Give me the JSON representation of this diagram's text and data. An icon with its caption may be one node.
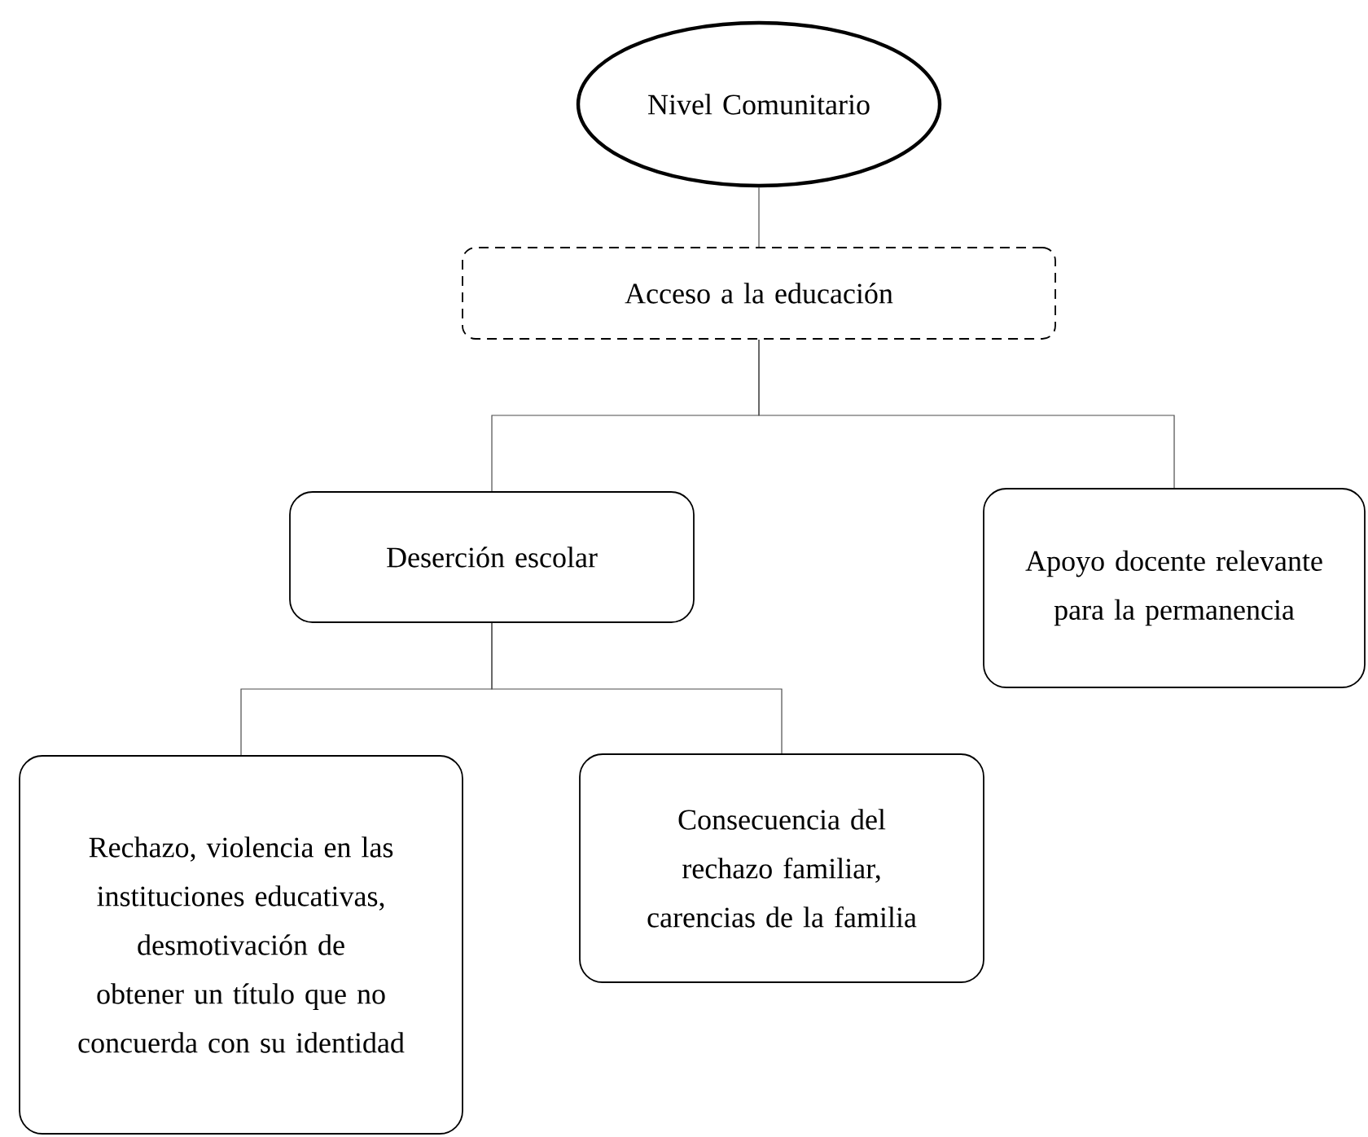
{
  "diagram": {
    "nodes": [
      {
        "text": [
          "Nivel Comunitario"
        ]
      },
      {
        "text": [
          "Acceso a la educación"
        ]
      },
      {
        "text": [
          "Deserción escolar"
        ]
      },
      {
        "text": [
          "Apoyo docente relevante para la permanencia"
        ]
      },
      {
        "text": [
          "Rechazo, violencia en las instituciones educativas, desmotivación de obtener un título que no concuerda con su identidad"
        ]
      },
      {
        "text": [
          "Consecuencia del rechazo familiar, carencias de la familia"
        ]
      }
    ],
    "edges": [
      {
        "from": 0,
        "to": 1,
        "arrow": "none"
      },
      {
        "from": 1,
        "to": 2,
        "arrow": "none"
      },
      {
        "from": 1,
        "to": 3,
        "arrow": "none"
      },
      {
        "from": 2,
        "to": 4,
        "arrow": "none"
      },
      {
        "from": 2,
        "to": 5,
        "arrow": "none"
      }
    ]
  }
}
